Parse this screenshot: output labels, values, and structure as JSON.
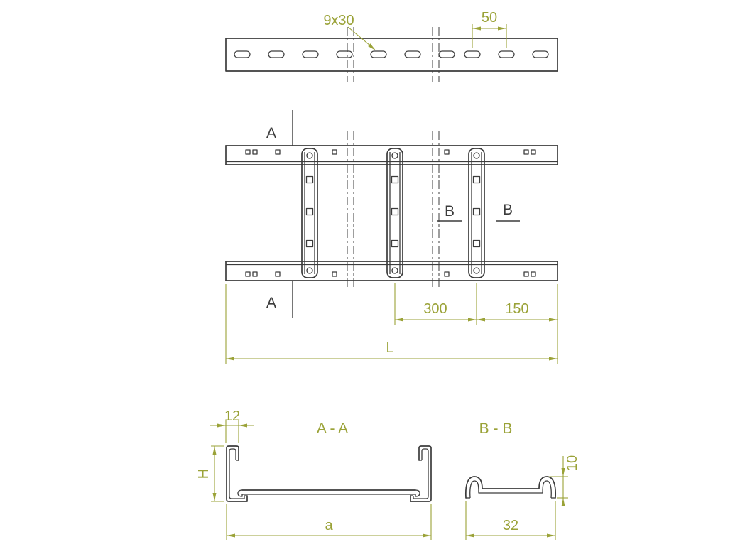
{
  "front_view": {
    "slot_label": "9x30",
    "pitch_label": "50"
  },
  "plan_view": {
    "section_a_top_label": "A",
    "section_a_bottom_label": "A",
    "section_b_left_label": "B",
    "section_b_right_label": "B",
    "dim_rung_spacing": "300",
    "dim_end_spacing": "150",
    "dim_total_length": "L"
  },
  "section_aa": {
    "title": "A - A",
    "dim_lip_width": "12",
    "dim_height": "H",
    "dim_width": "a"
  },
  "section_bb": {
    "title": "B - B",
    "dim_height": "10",
    "dim_width": "32"
  },
  "colors": {
    "object_line": "#3c3c3c",
    "dimension": "#9aa237",
    "background": "#ffffff"
  }
}
